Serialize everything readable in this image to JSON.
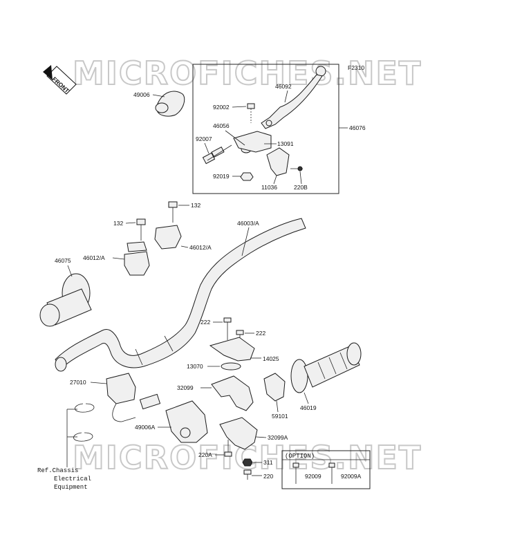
{
  "watermark": {
    "top": "MICROFICHES.NET",
    "bottom": "MICROFICHES.NET"
  },
  "figure_code": "F2310",
  "front_arrow": "FRONT",
  "labels": {
    "p46092": "46092",
    "p92002": "92002",
    "p46056": "46056",
    "p13091": "13091",
    "p92007": "92007",
    "p92019": "92019",
    "p11036": "11036",
    "p220b": "220B",
    "p46076": "46076",
    "p49006": "49006",
    "p132a": "132",
    "p132b": "132",
    "p46003a": "46003/A",
    "p46012a_left": "46012/A",
    "p46012a_right": "46012/A",
    "p46075": "46075",
    "p222a": "222",
    "p222b": "222",
    "p14025": "14025",
    "p13070": "13070",
    "p27010": "27010",
    "p32099": "32099",
    "p59101": "59101",
    "p46019": "46019",
    "p49006a": "49006A",
    "p32099a": "32099A",
    "p220a": "220A",
    "p311": "311",
    "p220": "220",
    "p92009": "92009",
    "p92009a": "92009A"
  },
  "option_label": "(OPTION)",
  "reference": {
    "line1": "Ref.Chassis",
    "line2": "Electrical",
    "line3": "Equipment"
  }
}
